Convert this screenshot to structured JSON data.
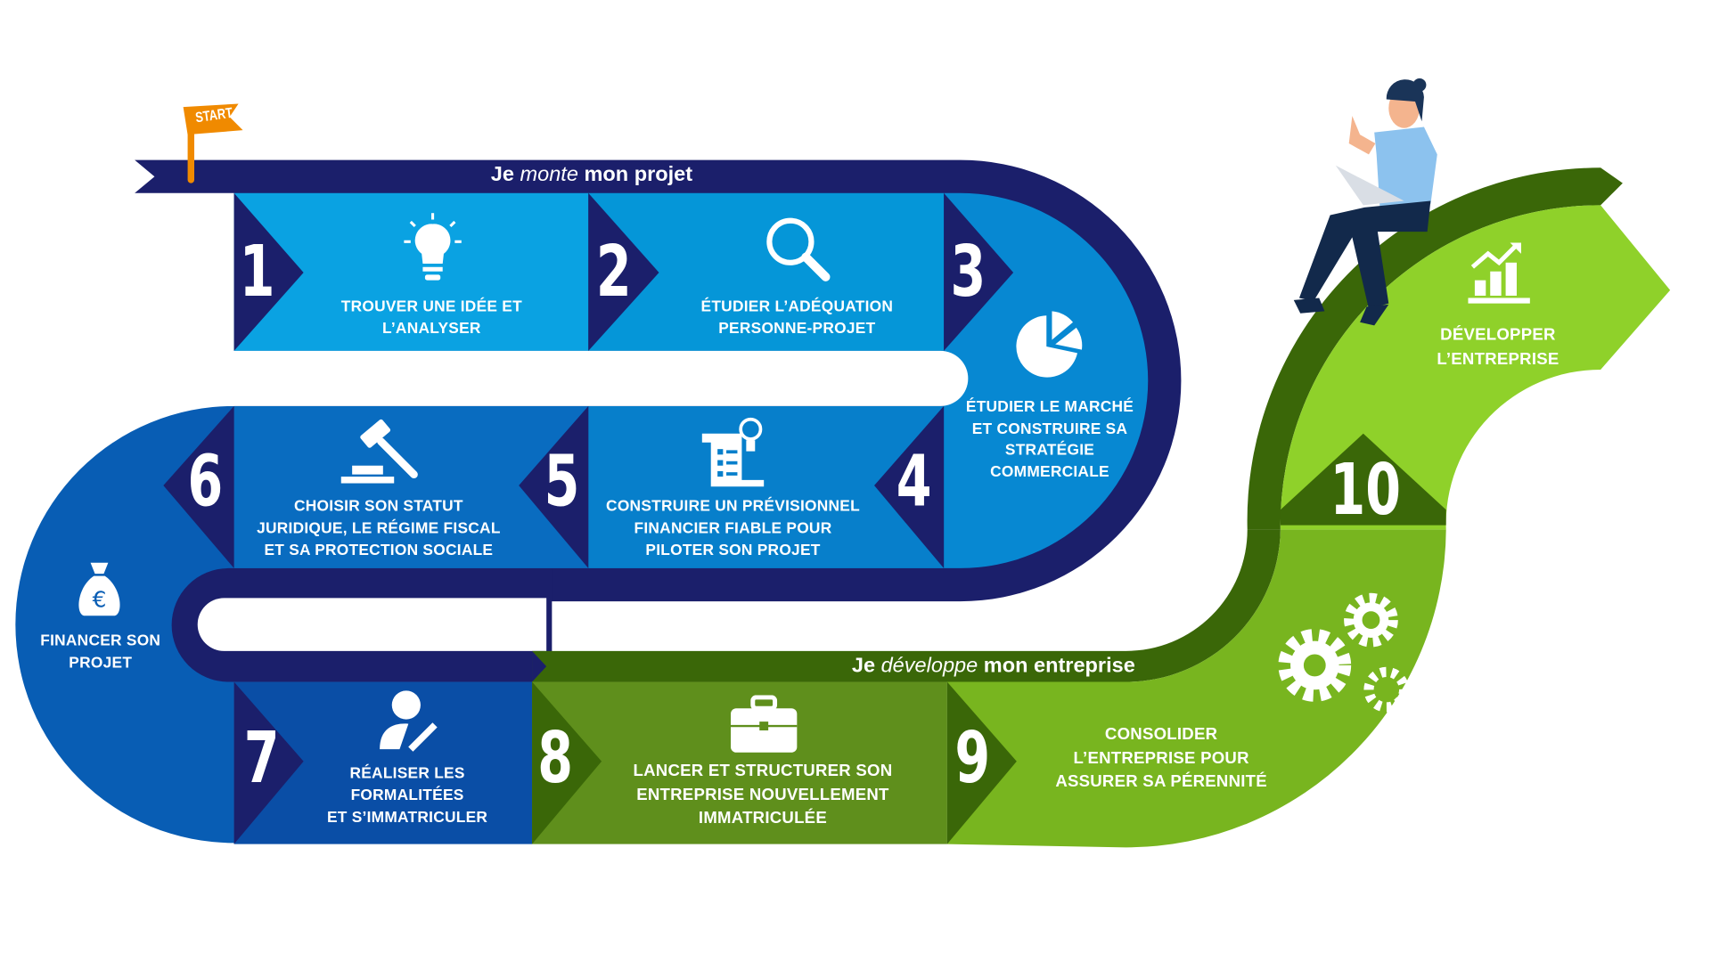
{
  "flag": {
    "label": "START"
  },
  "bands": {
    "top": {
      "pre": "Je",
      "em": "monte",
      "post": "mon projet"
    },
    "bottom": {
      "pre": "Je",
      "em": "développe",
      "post": "mon entreprise"
    }
  },
  "steps": [
    {
      "num": "1",
      "label": "TROUVER UNE IDÉE ET\nL’ANALYSER",
      "icon": "lightbulb-icon"
    },
    {
      "num": "2",
      "label": "ÉTUDIER L’ADÉQUATION\nPERSONNE-PROJET",
      "icon": "magnifier-icon"
    },
    {
      "num": "3",
      "label": "ÉTUDIER LE MARCHÉ\nET CONSTRUIRE SA\nSTRATÉGIE\nCOMMERCIALE",
      "icon": "pie-chart-icon"
    },
    {
      "num": "4",
      "label": "CONSTRUIRE UN PRÉVISIONNEL\nFINANCIER FIABLE POUR\nPILOTER SON PROJET",
      "icon": "plan-document-icon"
    },
    {
      "num": "5",
      "label": "CHOISIR SON STATUT\nJURIDIQUE, LE RÉGIME FISCAL\nET SA PROTECTION SOCIALE",
      "icon": "gavel-icon"
    },
    {
      "num": "6",
      "label": "FINANCER SON\nPROJET",
      "icon": "money-bag-icon"
    },
    {
      "num": "7",
      "label": "RÉALISER LES\nFORMALITÉES\nET S’IMMATRICULER",
      "icon": "user-edit-icon"
    },
    {
      "num": "8",
      "label": "LANCER ET STRUCTURER SON\nENTREPRISE NOUVELLEMENT\nIMMATRICULÉE",
      "icon": "briefcase-icon"
    },
    {
      "num": "9",
      "label": "CONSOLIDER\nL’ENTREPRISE POUR\nASSURER SA PÉRENNITÉ",
      "icon": "gears-icon"
    },
    {
      "num": "10",
      "label": "DÉVELOPPER\nL’ENTREPRISE",
      "icon": "growth-chart-icon"
    }
  ],
  "colors": {
    "navy": "#1b1f6b",
    "blue1": "#0aa2e2",
    "blue2": "#0596d8",
    "blue3": "#0788d2",
    "blue5": "#077fcb",
    "blue6": "#096cc0",
    "blueFin": "#085db4",
    "blue7": "#0a4ea6",
    "green8": "#5f8f1c",
    "greenDark": "#3a6708",
    "green9": "#78b51f",
    "green10": "#8fd12a",
    "orange": "#f08a00"
  }
}
